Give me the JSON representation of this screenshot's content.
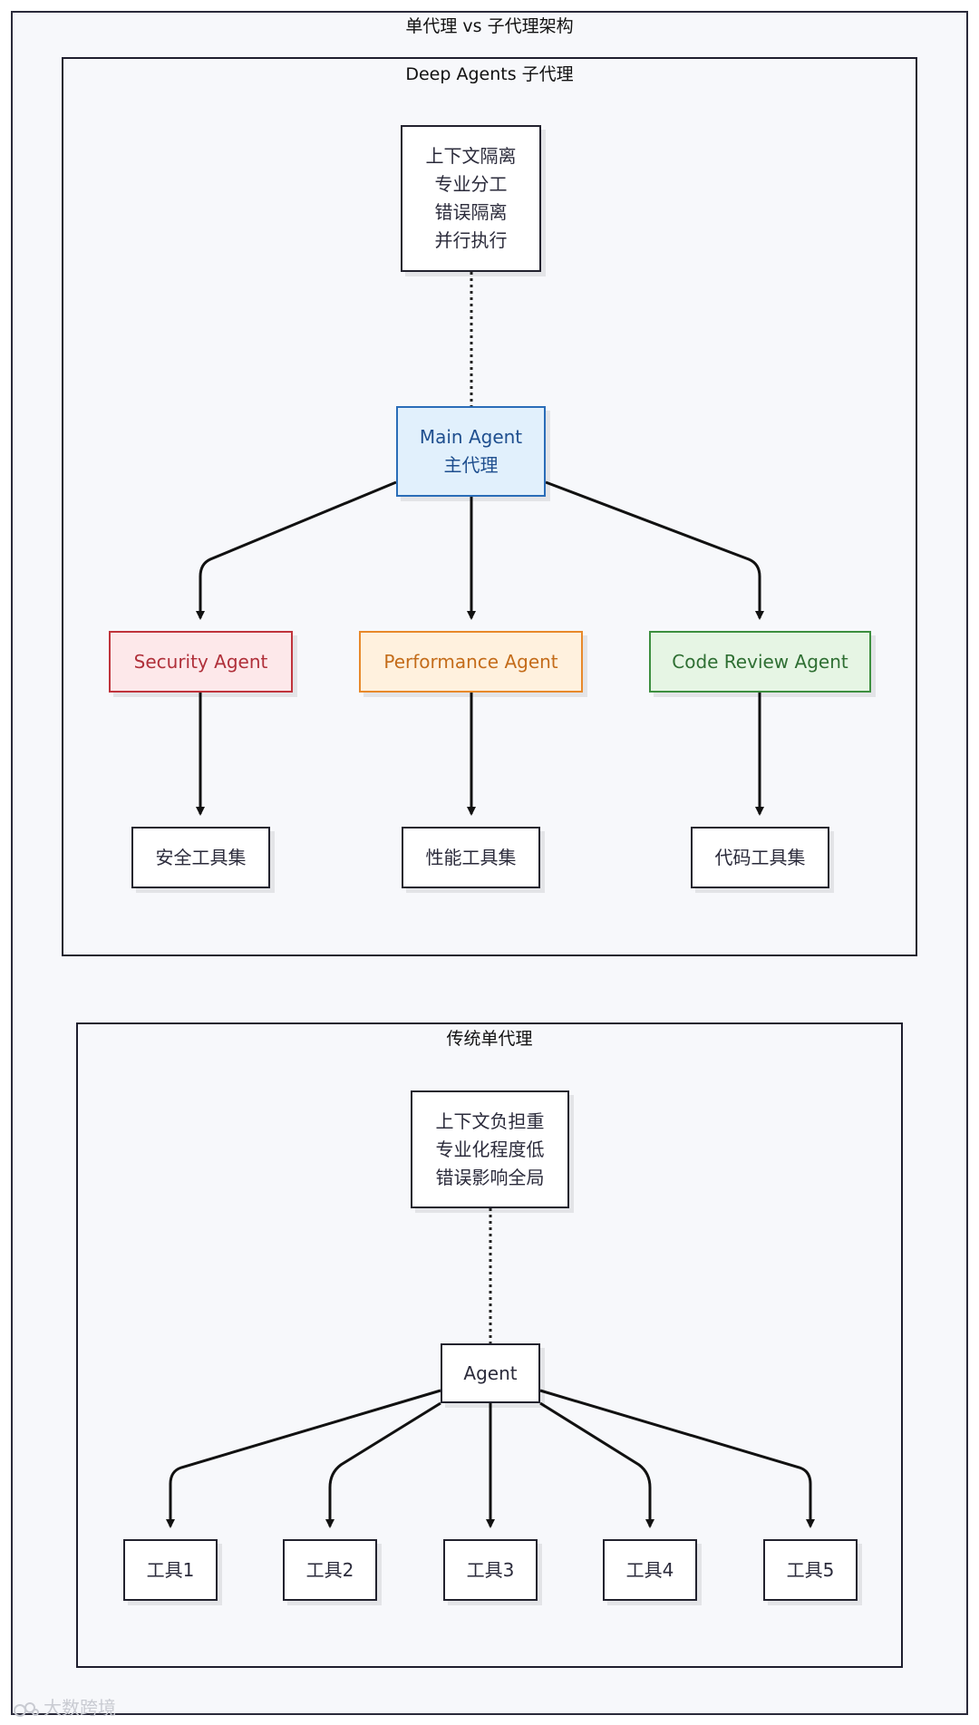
{
  "outer": {
    "title": "单代理 vs 子代理架构"
  },
  "deep_agents": {
    "title": "Deep Agents 子代理",
    "benefits": "上下文隔离\n专业分工\n错误隔离\n并行执行",
    "main_agent": "Main Agent\n主代理",
    "sub_agents": [
      {
        "label": "Security Agent",
        "toolset": "安全工具集"
      },
      {
        "label": "Performance Agent",
        "toolset": "性能工具集"
      },
      {
        "label": "Code Review Agent",
        "toolset": "代码工具集"
      }
    ]
  },
  "single_agent": {
    "title": "传统单代理",
    "drawbacks": "上下文负担重\n专业化程度低\n错误影响全局",
    "agent": "Agent",
    "tools": [
      "工具1",
      "工具2",
      "工具3",
      "工具4",
      "工具5"
    ]
  },
  "watermark": "大数跨境",
  "colors": {
    "main": "#2a6db8",
    "security": "#c0343c",
    "performance": "#e8892a",
    "code_review": "#3d8f3f",
    "border": "#1e1e2e"
  }
}
